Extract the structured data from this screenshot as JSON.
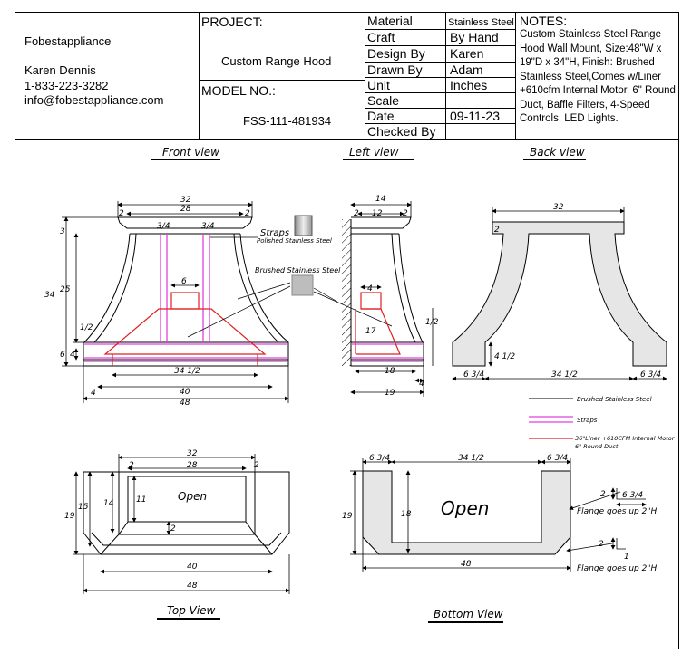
{
  "company": {
    "name": "Fobestappliance",
    "contact": "Karen Dennis",
    "phone": "1-833-223-3282",
    "email": "info@fobestappliance.com"
  },
  "project": {
    "label": "PROJECT:",
    "value": "Custom Range Hood"
  },
  "model": {
    "label": "MODEL NO.:",
    "value": "FSS-111-481934"
  },
  "specs": {
    "material_label": "Material",
    "material_value": "Stainless Steel",
    "craft_label": "Craft",
    "craft_value": "By Hand",
    "design_label": "Design By",
    "design_value": "Karen",
    "drawn_label": "Drawn By",
    "drawn_value": "Adam",
    "unit_label": "Unit",
    "unit_value": "Inches",
    "scale_label": "Scale",
    "scale_value": "",
    "date_label": "Date",
    "date_value": "09-11-23",
    "checked_label": "Checked By",
    "checked_value": ""
  },
  "notes": {
    "label": "NOTES:",
    "text": "Custom Stainless Steel Range Hood Wall Mount, Size:48\"W x 19\"D x 34\"H, Finish: Brushed Stainless Steel,Comes w/Liner +610cfm Internal Motor, 6\" Round Duct, Baffle Filters, 4-Speed Controls, LED Lights."
  },
  "views": {
    "front": "Front view",
    "left": "Left view",
    "back": "Back view",
    "top": "Top View",
    "bottom": "Bottom View"
  },
  "callouts": {
    "straps": "Straps",
    "polished": "Polished Stainless Steel",
    "brushed": "Brushed Stainless Steel",
    "open_top": "Open",
    "open_bottom": "Open",
    "flange1": "Flange goes up 2\"H",
    "flange2": "Flange goes up 2\"H"
  },
  "legend": {
    "brushed": "Brushed Stainless Steel",
    "straps": "Straps",
    "liner1": "36\"Liner +610CFM Internal Motor",
    "liner2": "6\" Round Duct"
  },
  "colors": {
    "straps": "#e040e0",
    "liner": "#e02020",
    "panel": "#e6e6e6",
    "line": "#000000"
  },
  "dims": {
    "front": {
      "top_w": "32",
      "inner_w": "28",
      "left2": "2",
      "right2": "2",
      "strap_l": "3/4",
      "strap_r": "3/4",
      "h3": "3",
      "h34": "34",
      "h25": "25",
      "duct": "6",
      "half": "1/2",
      "h6": "6",
      "h4": "4",
      "liner": "34 1/2",
      "w40": "40",
      "w4": "4",
      "w48": "48"
    },
    "left": {
      "w14": "14",
      "w12": "12",
      "l2": "2",
      "r2": "2",
      "d4": "4",
      "h17": "17",
      "half": "1/2",
      "w18": "18",
      "w4": "4",
      "w19": "19"
    },
    "back": {
      "w32": "32",
      "l2": "2",
      "h4h": "4 1/2",
      "w6l": "6 3/4",
      "w34": "34 1/2",
      "w6r": "6 3/4"
    },
    "top": {
      "w32": "32",
      "w28": "28",
      "l2": "2",
      "r2": "2",
      "h11": "11",
      "b2": "2",
      "h14": "14",
      "h15": "15",
      "h19": "19",
      "w40": "40",
      "w48": "48"
    },
    "bottom": {
      "l634": "6 3/4",
      "m34": "34 1/2",
      "r634": "6 3/4",
      "h18": "18",
      "h19": "19",
      "w48": "48",
      "f634": "6 3/4",
      "f2": "2",
      "f2b": "2",
      "f1": "1"
    }
  }
}
